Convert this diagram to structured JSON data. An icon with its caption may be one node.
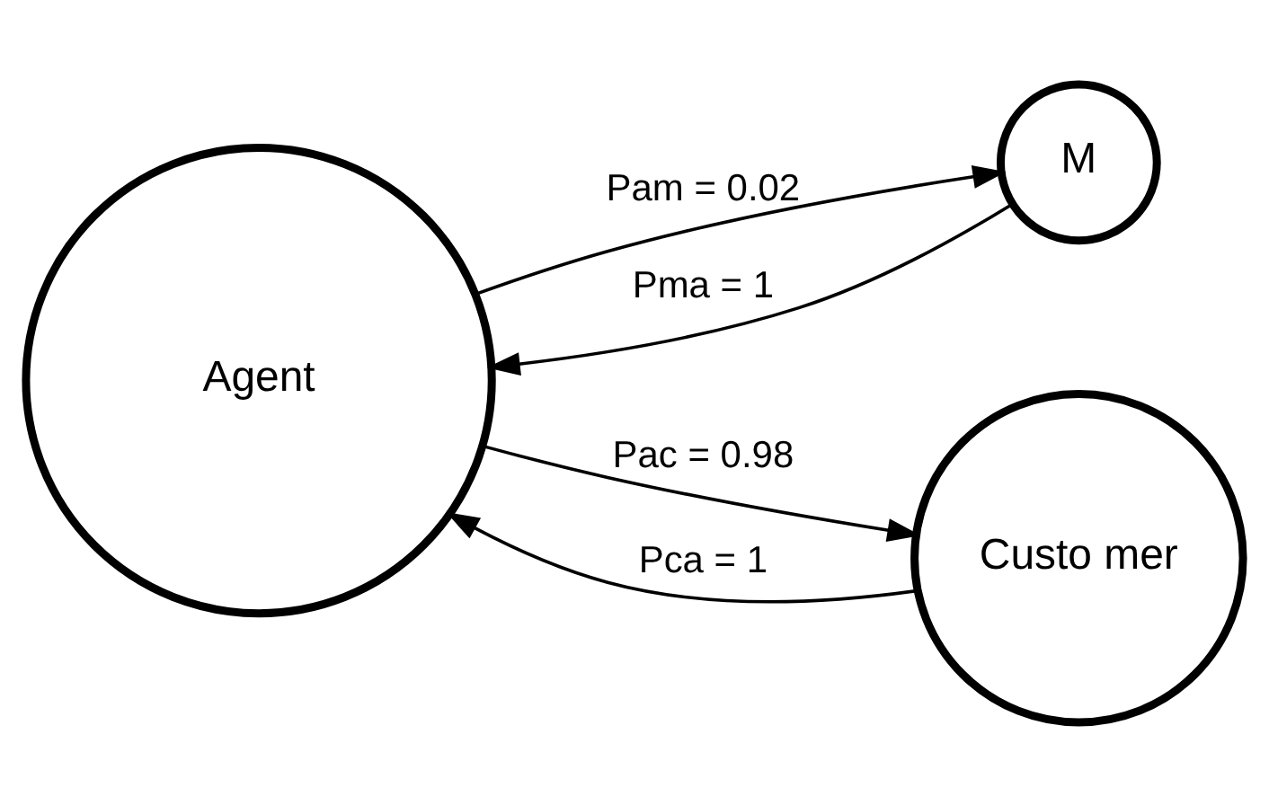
{
  "diagram": {
    "nodes": [
      {
        "text": [
          "Agent"
        ]
      },
      {
        "text": [
          "M"
        ]
      },
      {
        "text": [
          "Custo mer"
        ]
      }
    ],
    "edges": [
      {
        "from": 0,
        "to": 2,
        "arrow": "to",
        "label": "Pac = 0.98"
      },
      {
        "from": 1,
        "to": 0,
        "arrow": "to",
        "label": "Pma = 1"
      },
      {
        "from": 0,
        "to": 1,
        "arrow": "to",
        "label": "Pam = 0.02"
      },
      {
        "from": 2,
        "to": 0,
        "arrow": "to",
        "label": "Pca = 1"
      }
    ]
  }
}
